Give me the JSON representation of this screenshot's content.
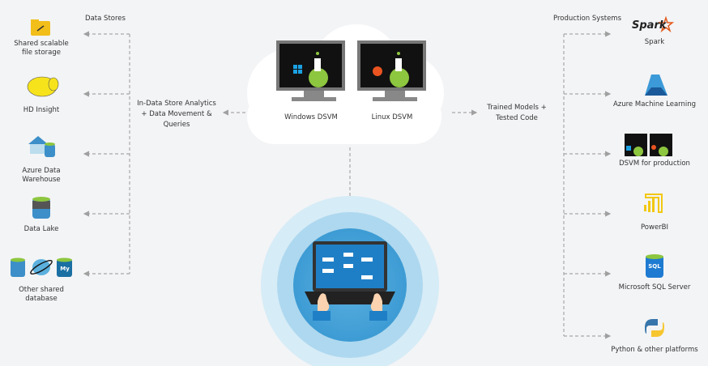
{
  "left": {
    "heading": "Data Stores",
    "items": [
      {
        "label": "Shared scalable\nfile storage",
        "icon": "folder-icon"
      },
      {
        "label": "HD Insight",
        "icon": "hadoop-elephant-icon"
      },
      {
        "label": "Azure Data\nWarehouse",
        "icon": "data-warehouse-icon"
      },
      {
        "label": "Data Lake",
        "icon": "data-lake-icon"
      },
      {
        "label": "Other shared\ndatabase",
        "icon": "database-icons"
      }
    ],
    "flow_label": "In-Data Store Analytics\n+ Data Movement &\nQueries"
  },
  "center": {
    "windows_label": "Windows DSVM",
    "linux_label": "Linux DSVM",
    "mysql_text": "My",
    "sql_text": "SQL"
  },
  "right": {
    "heading": "Production Systems",
    "flow_label": "Trained Models +\nTested Code",
    "items": [
      {
        "label": "Spark",
        "icon": "spark-icon"
      },
      {
        "label": "Azure Machine Learning",
        "icon": "azure-ml-icon"
      },
      {
        "label": "DSVM for production",
        "icon": "dsvm-icon"
      },
      {
        "label": "PowerBI",
        "icon": "powerbi-icon"
      },
      {
        "label": "Microsoft SQL Server",
        "icon": "sql-server-icon"
      },
      {
        "label": "Python & other platforms",
        "icon": "python-icon"
      }
    ],
    "spark_logo": "Spark"
  },
  "colors": {
    "background": "#f3f4f6",
    "dash": "#a0a0a0",
    "azure": "#0078d4",
    "green": "#8dc63f"
  }
}
